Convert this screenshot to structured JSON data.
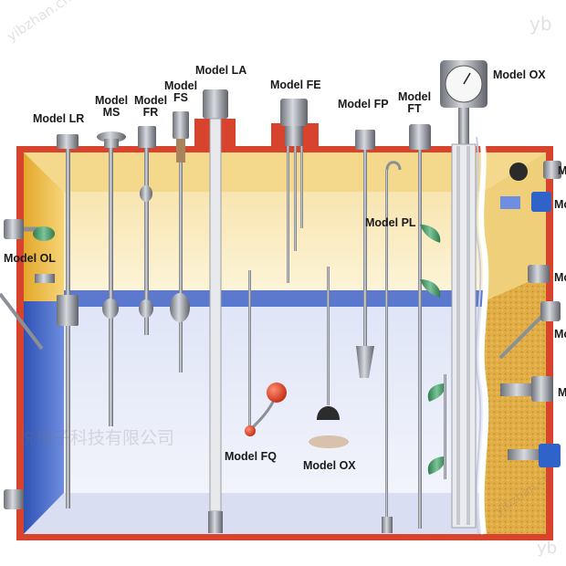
{
  "diagram": {
    "labels": {
      "model_lr": "Model LR",
      "model_ms_1": "Model",
      "model_ms_2": "MS",
      "model_fr_1": "Model",
      "model_fr_2": "FR",
      "model_fs_1": "Model",
      "model_fs_2": "FS",
      "model_la": "Model LA",
      "model_fe": "Model FE",
      "model_fp": "Model FP",
      "model_ft_1": "Model",
      "model_ft_2": "FT",
      "model_ox_top": "Model OX",
      "model_ol": "Model OL",
      "model_pl": "Model PL",
      "model_fq": "Model FQ",
      "model_ox_bottom": "Model OX",
      "edge_m1": "M",
      "edge_m2": "Mo",
      "edge_m3": "Mo",
      "edge_m4": "Mo",
      "edge_m5": "M"
    },
    "watermarks": {
      "cn_text": "悦电子科技有限公司",
      "site_1": "yibzhan.cn",
      "site_2": "yb",
      "site_3": "yibzhan.cn",
      "site_4": "yb"
    },
    "colors": {
      "tank_red": "#d8432e",
      "gas_yellow": "#fbf0c6",
      "liquid_blue": "#3d62c4",
      "liquid_light": "#eef1fb",
      "granular": "#e2b04a",
      "metal": "#8b8f96",
      "float_green": "#4e9c6b",
      "float_red": "#e0452c"
    }
  }
}
